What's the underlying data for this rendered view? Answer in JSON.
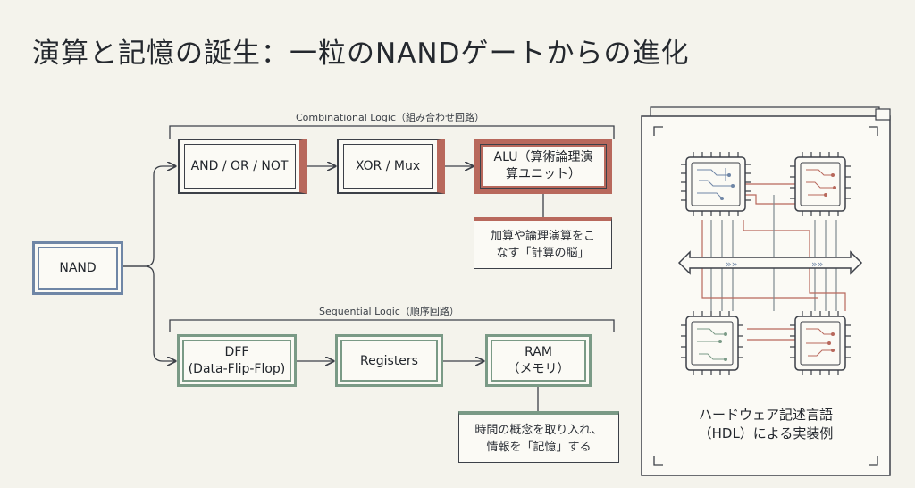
{
  "title": "演算と記憶の誕生：一粒のNANDゲートからの進化",
  "nand": {
    "label": "NAND"
  },
  "combinational": {
    "label": "Combinational Logic（組み合わせ回路）",
    "nodes": [
      {
        "line1": "AND / OR / NOT",
        "line2": ""
      },
      {
        "line1": "XOR / Mux",
        "line2": ""
      },
      {
        "line1": "ALU（算術論理演",
        "line2": "算ユニット）"
      }
    ],
    "note": {
      "line1": "加算や論理演算をこ",
      "line2": "なす「計算の脳」"
    }
  },
  "sequential": {
    "label": "Sequential Logic（順序回路）",
    "nodes": [
      {
        "line1": "DFF",
        "line2": "(Data-Flip-Flop)"
      },
      {
        "line1": "Registers",
        "line2": ""
      },
      {
        "line1": "RAM",
        "line2": "（メモリ）"
      }
    ],
    "note": {
      "line1": "時間の概念を取り入れ、",
      "line2": "情報を「記憶」する"
    }
  },
  "hdl": {
    "line1": "ハードウェア記述言語",
    "line2": "（HDL）による実装例"
  },
  "colors": {
    "accent_red": "#b8685c",
    "accent_blue": "#6f86a6",
    "accent_green": "#7a9a86",
    "line": "#3c4048"
  }
}
